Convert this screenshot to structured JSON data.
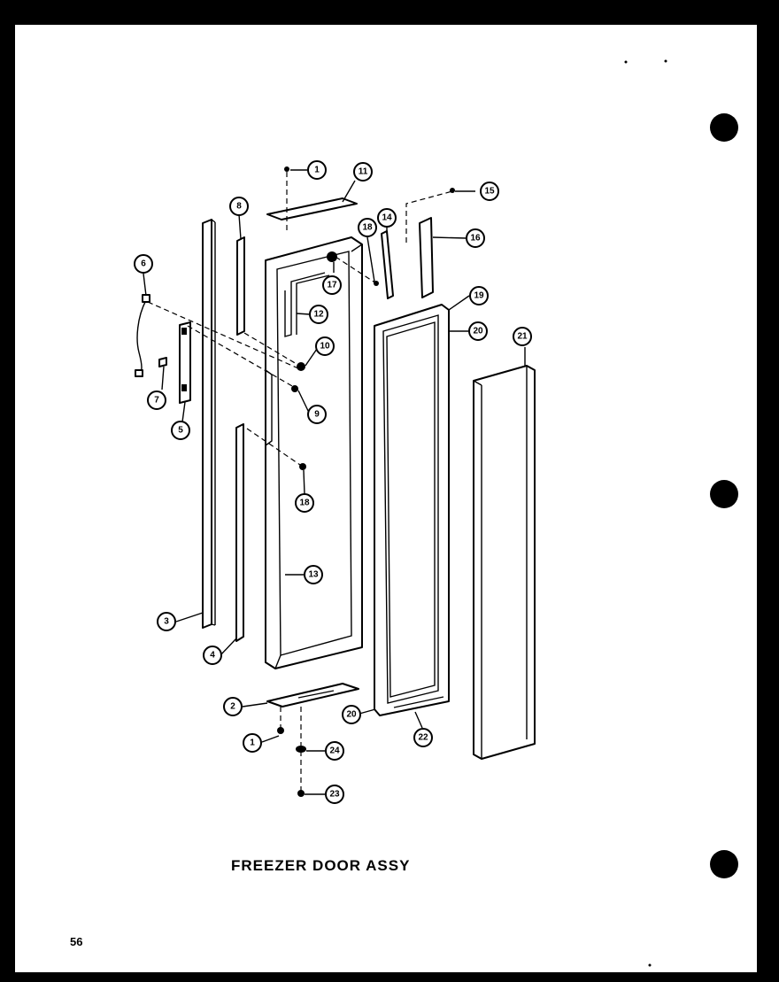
{
  "title": "FREEZER DOOR ASSY",
  "page_number": "56",
  "callouts": [
    {
      "id": "c-1-top",
      "label": "1"
    },
    {
      "id": "c-11",
      "label": "11"
    },
    {
      "id": "c-14",
      "label": "14"
    },
    {
      "id": "c-15",
      "label": "15"
    },
    {
      "id": "c-8-top",
      "label": "8"
    },
    {
      "id": "c-18-top",
      "label": "18"
    },
    {
      "id": "c-16",
      "label": "16"
    },
    {
      "id": "c-6",
      "label": "6"
    },
    {
      "id": "c-17",
      "label": "17"
    },
    {
      "id": "c-12",
      "label": "12"
    },
    {
      "id": "c-19",
      "label": "19"
    },
    {
      "id": "c-20-top",
      "label": "20"
    },
    {
      "id": "c-21",
      "label": "21"
    },
    {
      "id": "c-10",
      "label": "10"
    },
    {
      "id": "c-7",
      "label": "7"
    },
    {
      "id": "c-9",
      "label": "9"
    },
    {
      "id": "c-5",
      "label": "5"
    },
    {
      "id": "c-18-mid",
      "label": "18"
    },
    {
      "id": "c-13",
      "label": "13"
    },
    {
      "id": "c-3",
      "label": "3"
    },
    {
      "id": "c-4",
      "label": "4"
    },
    {
      "id": "c-2",
      "label": "2"
    },
    {
      "id": "c-20-bot",
      "label": "20"
    },
    {
      "id": "c-22",
      "label": "22"
    },
    {
      "id": "c-1-bot",
      "label": "1"
    },
    {
      "id": "c-24",
      "label": "24"
    },
    {
      "id": "c-23",
      "label": "23"
    }
  ]
}
